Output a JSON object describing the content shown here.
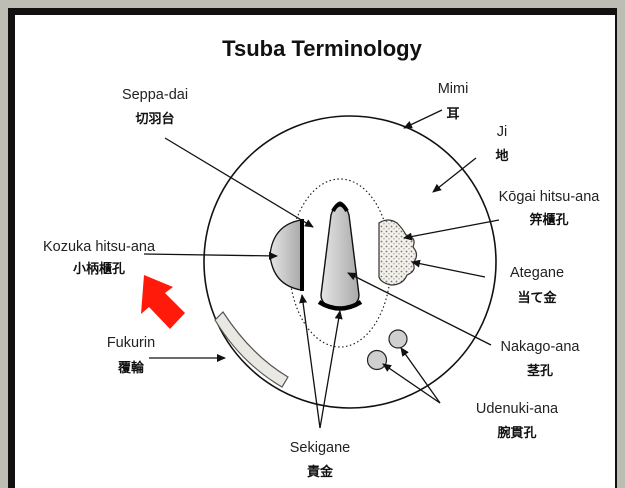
{
  "title": "Tsuba Terminology",
  "labels": {
    "mimi": {
      "en": "Mimi",
      "ja": "耳"
    },
    "ji": {
      "en": "Ji",
      "ja": "地"
    },
    "seppa_dai": {
      "en": "Seppa-dai",
      "ja": "切羽台"
    },
    "kogai_hitsu_ana": {
      "en": "Kōgai hitsu-ana",
      "ja": "笄櫃孔"
    },
    "kozuka_hitsu_ana": {
      "en": "Kozuka hitsu-ana",
      "ja": "小柄櫃孔"
    },
    "ategane": {
      "en": "Ategane",
      "ja": "当て金"
    },
    "fukurin": {
      "en": "Fukurin",
      "ja": "覆輪"
    },
    "nakago_ana": {
      "en": "Nakago-ana",
      "ja": "茎孔"
    },
    "udenuki_ana": {
      "en": "Udenuki-ana",
      "ja": "腕貫孔"
    },
    "sekigane": {
      "en": "Sekigane",
      "ja": "責金"
    }
  },
  "colors": {
    "arrow_highlight": "#ff1a0a",
    "line": "#111111",
    "hole_fill": "#c8c8c8"
  }
}
